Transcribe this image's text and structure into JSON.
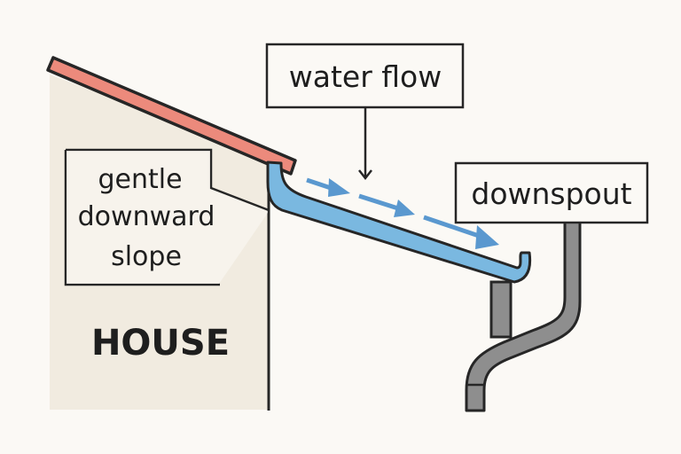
{
  "diagram": {
    "title": "Gutter water flow diagram",
    "labels": {
      "water_flow": "water flow",
      "slope_line1": "gentle",
      "slope_line2": "downward",
      "slope_line3": "slope",
      "downspout": "downspout",
      "house": "HOUSE"
    },
    "colors": {
      "background": "#fbf9f5",
      "house_wall": "#f1ebe0",
      "roof": "#ec8a7c",
      "gutter": "#7ab8e0",
      "flow_arrows": "#5a98cf",
      "downspout": "#8e8e8e",
      "outline": "#262626"
    },
    "flow_arrow_count": 3
  }
}
